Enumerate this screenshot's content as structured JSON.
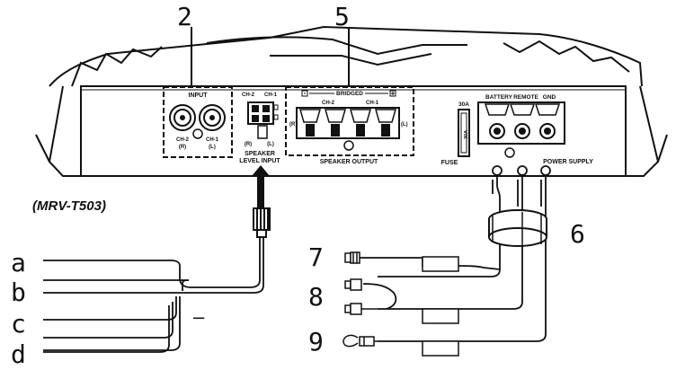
{
  "callouts": {
    "c2": "2",
    "c5": "5",
    "c6": "6",
    "c7": "7",
    "c8": "8",
    "c9": "9"
  },
  "letters": {
    "a": "a",
    "b": "b",
    "c": "c",
    "d": "d",
    "minus": "–"
  },
  "model": "(MRV-T503)",
  "panel": {
    "input_title": "INPUT",
    "input_ch2": "CH-2",
    "input_ch2_side": "(R)",
    "input_ch1": "CH-1",
    "input_ch1_side": "(L)",
    "sli_ch2": "CH-2",
    "sli_ch1": "CH-1",
    "sli_r": "(R)",
    "sli_l": "(L)",
    "sli_label_1": "SPEAKER",
    "sli_label_2": "LEVEL INPUT",
    "bridged": "BRIDGED",
    "spk_ch2": "CH-2",
    "spk_ch1": "CH-1",
    "spk_r": "(R)",
    "spk_l": "(L)",
    "speaker_output": "SPEAKER OUTPUT",
    "fuse_rating": "30A",
    "fuse_inner": "30A",
    "fuse_label": "FUSE",
    "battery": "BATTERY",
    "remote": "REMOTE",
    "gnd": "GND",
    "power_supply": "POWER SUPPLY"
  }
}
